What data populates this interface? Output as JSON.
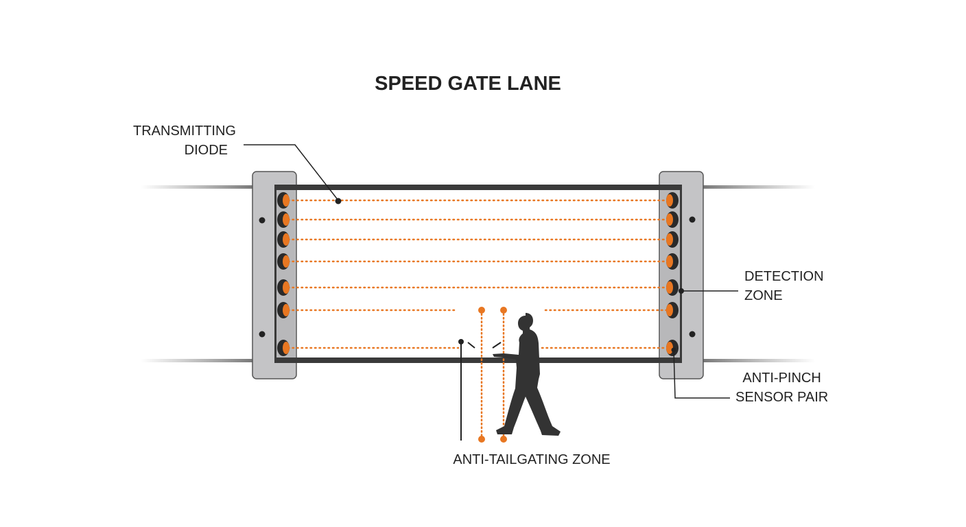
{
  "title": "SPEED GATE LANE",
  "labels": {
    "transmitting_diode": [
      "TRANSMITTING",
      "DIODE"
    ],
    "detection_zone": [
      "DETECTION",
      "ZONE"
    ],
    "anti_pinch": [
      "ANTI-PINCH",
      "SENSOR PAIR"
    ],
    "anti_tailgating": "ANTI-TAILGATING ZONE"
  },
  "colors": {
    "beam": "#e87722",
    "post": "#c4c4c6",
    "rail": "#3a3a3a",
    "ink": "#222222"
  }
}
